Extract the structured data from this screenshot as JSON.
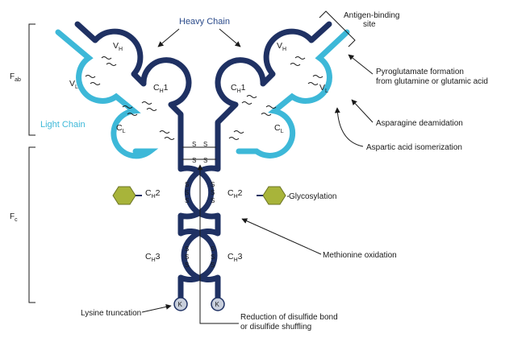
{
  "labels": {
    "heavy_chain": "Heavy Chain",
    "light_chain": "Light Chain",
    "fab_main": "F",
    "fab_sub": "ab",
    "fc_main": "F",
    "fc_sub": "c",
    "antigen_binding_1": "Antigen-binding",
    "antigen_binding_2": "site",
    "pyroglutamate_1": "Pyroglutamate formation",
    "pyroglutamate_2": "from glutamine or glutamic acid",
    "asparagine": "Asparagine deamidation",
    "aspartic": "Aspartic acid isomerization",
    "glycosylation": "Glycosylation",
    "methionine": "Methionine oxidation",
    "lysine": "Lysine truncation",
    "disulfide_1": "Reduction of disulfide bond",
    "disulfide_2": "or disulfide shuffling"
  },
  "domains": {
    "c": "C",
    "v": "V",
    "h": "H",
    "l": "L",
    "n1": "1",
    "n2": "2",
    "n3": "3"
  },
  "terminal_k": "K",
  "bond": "S",
  "colors": {
    "heavy": "#1f3163",
    "light": "#3db8d8",
    "glycan": "#a8b43a",
    "k_fill": "#c8cfdc",
    "label_blue": "#3db8d8",
    "heavy_label": "#2a4a8a"
  }
}
